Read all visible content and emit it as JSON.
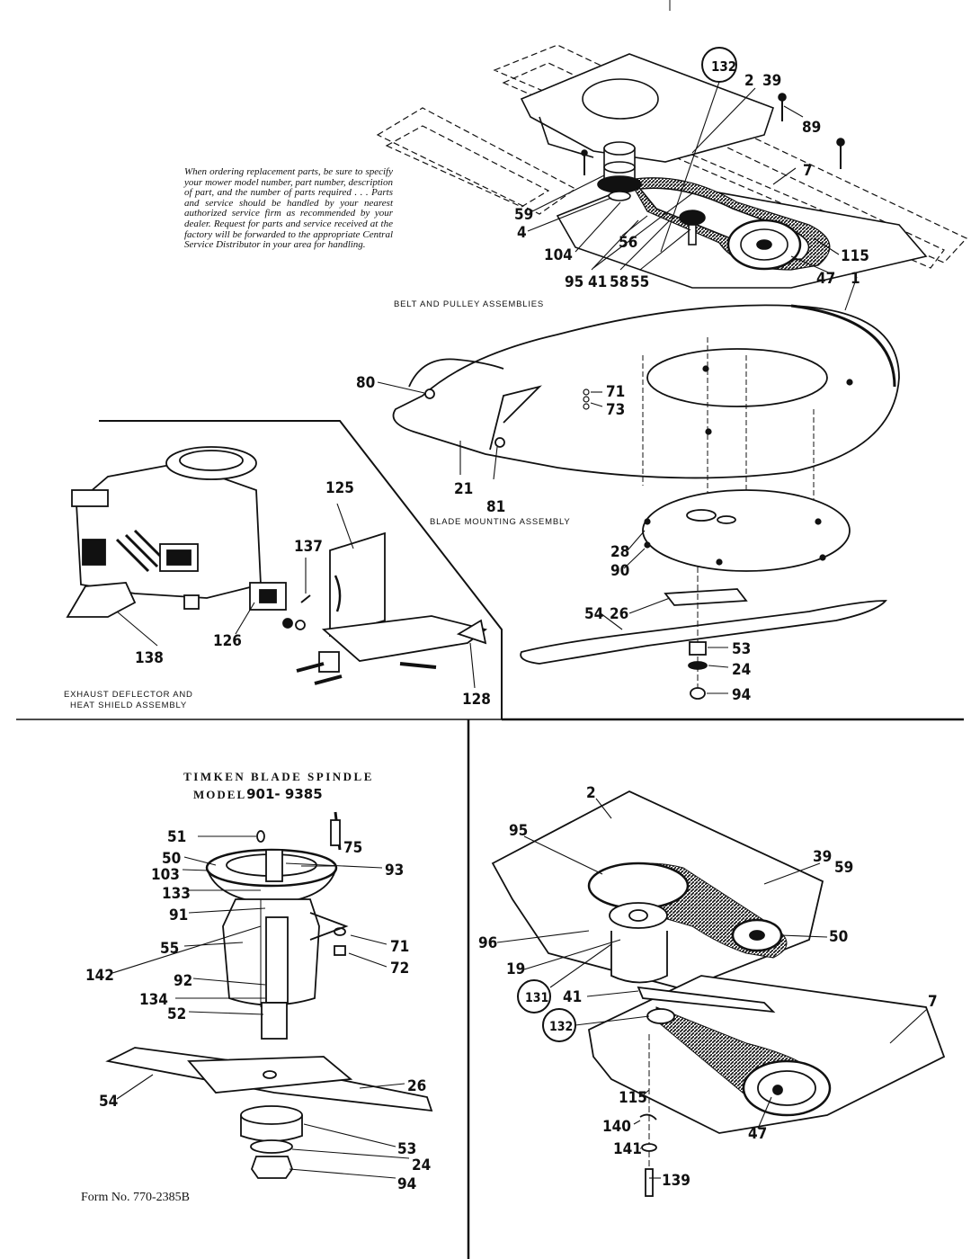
{
  "ordering_note": "When ordering replacement parts, be sure to specify your mower model number, part number, description of part, and the number of parts required . . . Parts and service should be handled by your nearest authorized service firm as recommended by your dealer. Request for parts and service received at the factory will be forwarded to the appropriate Central Service Distributor in your area for handling.",
  "captions": {
    "belt_pulley": "BELT AND PULLEY ASSEMBLIES",
    "blade_mounting": "BLADE MOUNTING ASSEMBLY",
    "exhaust_1": "EXHAUST DEFLECTOR AND",
    "exhaust_2": "HEAT SHIELD ASSEMBLY"
  },
  "spindle": {
    "title": "TIMKEN BLADE SPINDLE",
    "model_word": "MODEL",
    "model_number": "901- 9385"
  },
  "form_number": "Form No. 770-2385B",
  "part_labels": {
    "belt": [
      "132",
      "2",
      "39",
      "89",
      "7",
      "59",
      "4",
      "104",
      "56",
      "95",
      "41",
      "58",
      "55",
      "115",
      "47",
      "1"
    ],
    "deck": [
      "80",
      "71",
      "73",
      "21",
      "81",
      "28",
      "90",
      "54",
      "26",
      "53",
      "24",
      "94"
    ],
    "exhaust": [
      "125",
      "137",
      "126",
      "138",
      "128"
    ],
    "spindle": [
      "51",
      "75",
      "50",
      "93",
      "103",
      "133",
      "91",
      "71",
      "55",
      "72",
      "142",
      "92",
      "134",
      "52",
      "26",
      "54",
      "53",
      "24",
      "94"
    ],
    "underside": [
      "2",
      "95",
      "39",
      "59",
      "96",
      "50",
      "19",
      "131",
      "41",
      "132",
      "7",
      "115",
      "47",
      "140",
      "141",
      "139"
    ]
  },
  "colors": {
    "ink": "#111111",
    "paper": "#ffffff"
  }
}
